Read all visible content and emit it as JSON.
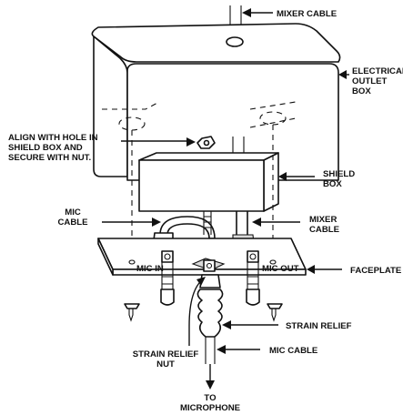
{
  "callouts": {
    "mixer_cable_top": "MIXER CABLE",
    "electrical_outlet_box": [
      "ELECTRICAL",
      "OUTLET",
      "BOX"
    ],
    "align_instruction": [
      "ALIGN WITH HOLE IN",
      "SHIELD BOX AND",
      "SECURE WITH NUT."
    ],
    "shield_box": [
      "SHIELD",
      "BOX"
    ],
    "mic_cable_left": [
      "MIC",
      "CABLE"
    ],
    "mixer_cable_right": [
      "MIXER",
      "CABLE"
    ],
    "faceplate": "FACEPLATE",
    "strain_relief": "STRAIN RELIEF",
    "strain_relief_nut": [
      "STRAIN RELIEF",
      "NUT"
    ],
    "mic_cable_bottom": "MIC CABLE",
    "to_microphone": [
      "TO",
      "MICROPHONE"
    ]
  },
  "faceplate_labels": {
    "mic_in": "MIC IN",
    "mic_out": "MIC OUT"
  }
}
